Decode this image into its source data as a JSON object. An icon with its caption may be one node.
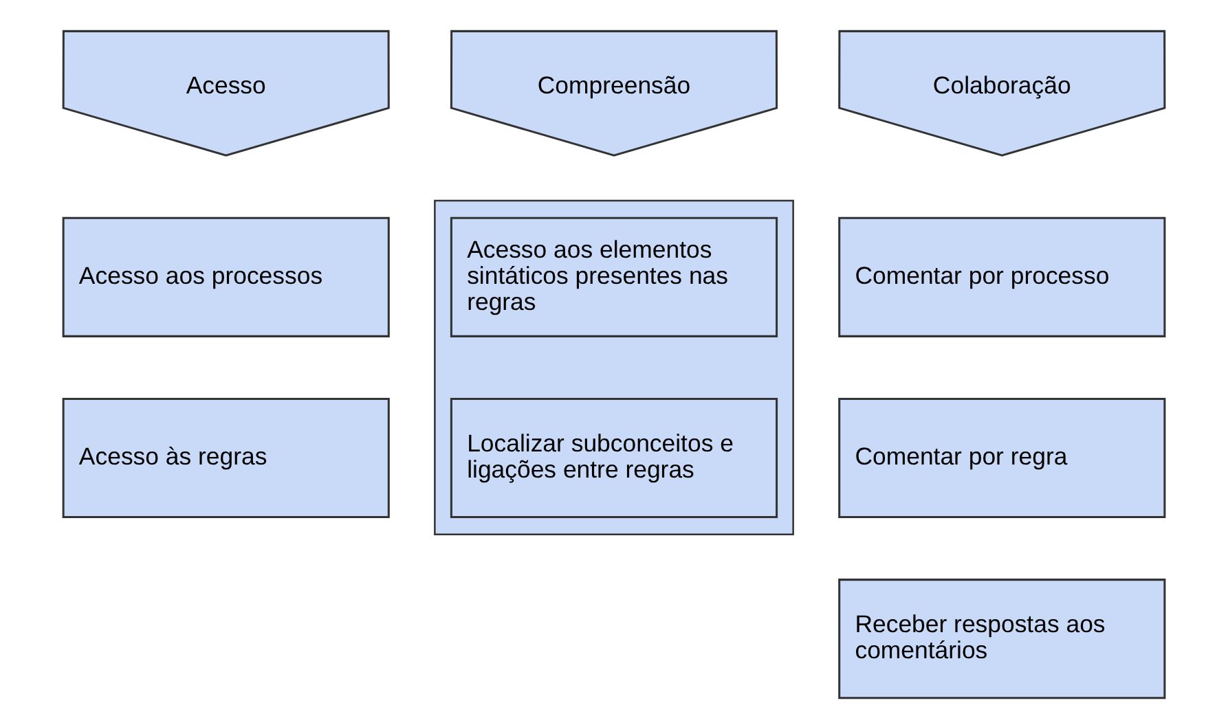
{
  "diagram": {
    "nodes": [
      {
        "text": [
          "Acesso"
        ]
      },
      {
        "text": [
          "Compreensão"
        ]
      },
      {
        "text": [
          "Colaboração"
        ]
      },
      {
        "text": [
          "Acesso aos processos"
        ]
      },
      {
        "text": [
          "Acesso às regras"
        ]
      },
      {
        "text": [],
        "shape": "box"
      },
      {
        "text": [
          "Acesso aos elementos sintáticos presentes nas regras"
        ],
        "in": 5
      },
      {
        "text": [
          "Localizar subconceitos e ligações entre regras"
        ],
        "in": 5
      },
      {
        "text": [
          "Comentar por processo"
        ]
      },
      {
        "text": [
          "Comentar por regra"
        ]
      },
      {
        "text": [
          "Receber respostas aos comentários"
        ]
      }
    ],
    "edges": []
  }
}
